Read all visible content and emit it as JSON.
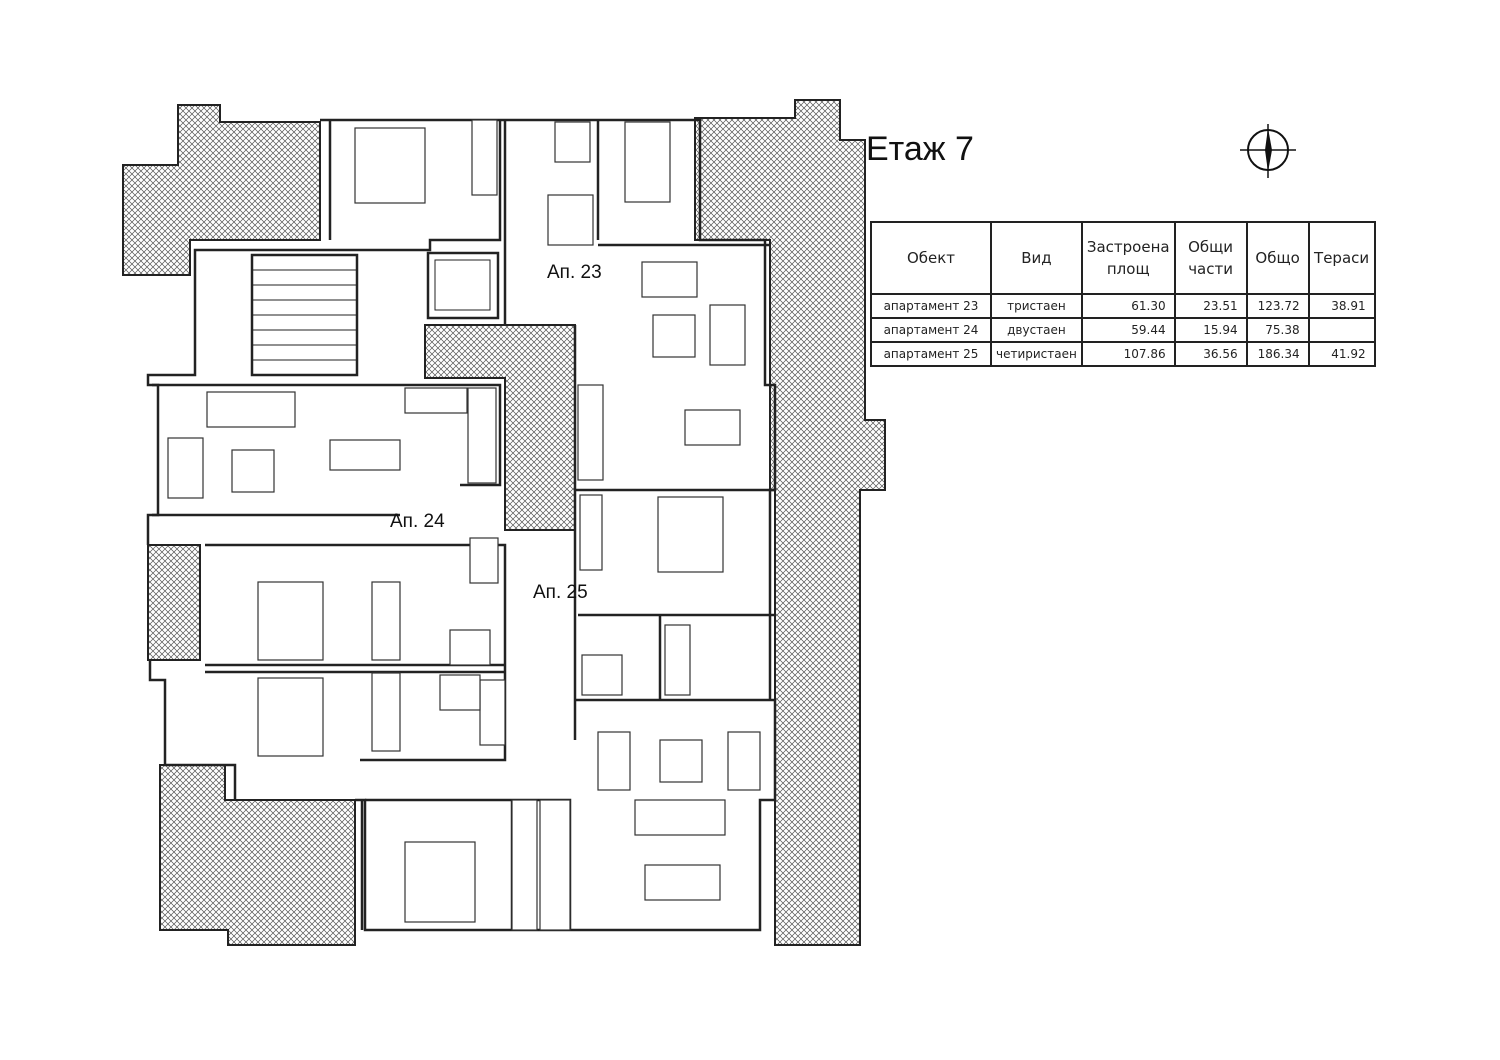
{
  "title": "Етаж 7",
  "compass_icon": "north-arrow",
  "apartment_labels": [
    "Ап. 23",
    "Ап. 24",
    "Ап. 25"
  ],
  "table": {
    "headers": [
      "Обект",
      "Вид",
      "Застроена площ",
      "Общи части",
      "Общо",
      "Тераси"
    ],
    "rows": [
      [
        "апартамент 23",
        "тристаен",
        "61.30",
        "23.51",
        "123.72",
        "38.91"
      ],
      [
        "апартамент 24",
        "двустаен",
        "59.44",
        "15.94",
        "75.38",
        ""
      ],
      [
        "апартамент 25",
        "четиристаен",
        "107.86",
        "36.56",
        "186.34",
        "41.92"
      ]
    ]
  }
}
